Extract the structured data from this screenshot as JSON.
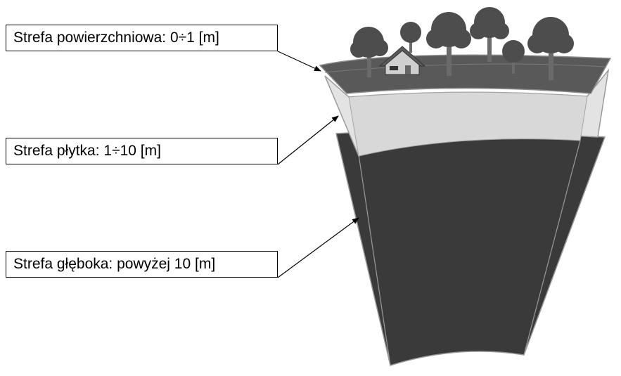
{
  "zones": [
    {
      "label": "Strefa powierzchniowa: 0÷1 [m]"
    },
    {
      "label": "Strefa płytka: 1÷10 [m]"
    },
    {
      "label": "Strefa głęboka: powyżej 10 [m]"
    }
  ],
  "colors": {
    "surface": "#595959",
    "surface_side": "#4a4a4a",
    "shallow_layer": "#e3e3e3",
    "deep_layer": "#3a3a3a",
    "outline": "#9a9a9a",
    "tree": "#4d4d4d",
    "trunk": "#6a6a6a",
    "house_wall": "#cfcfcf",
    "house_roof": "#5a5a5a"
  },
  "icons": [
    "tree-icon",
    "house-icon",
    "arrow-icon"
  ]
}
